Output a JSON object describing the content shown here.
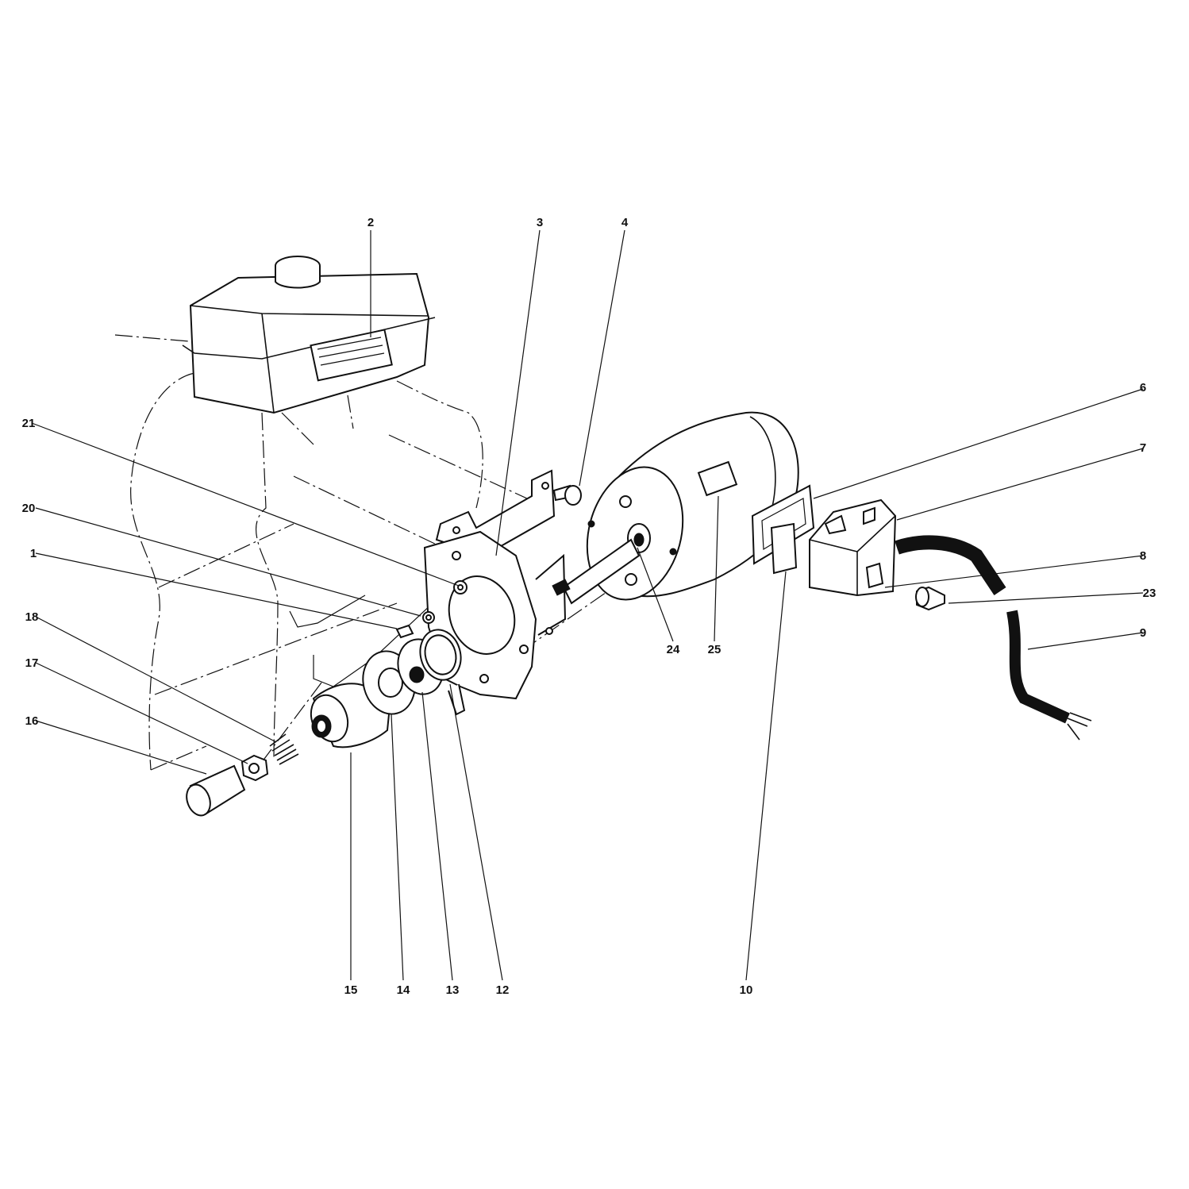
{
  "callouts": {
    "c1": "1",
    "c2": "2",
    "c3": "3",
    "c4": "4",
    "c6": "6",
    "c7": "7",
    "c8": "8",
    "c9": "9",
    "c10": "10",
    "c12": "12",
    "c13": "13",
    "c14": "14",
    "c15": "15",
    "c16": "16",
    "c17": "17",
    "c18": "18",
    "c20": "20",
    "c21": "21",
    "c23": "23",
    "c24": "24",
    "c25": "25"
  }
}
